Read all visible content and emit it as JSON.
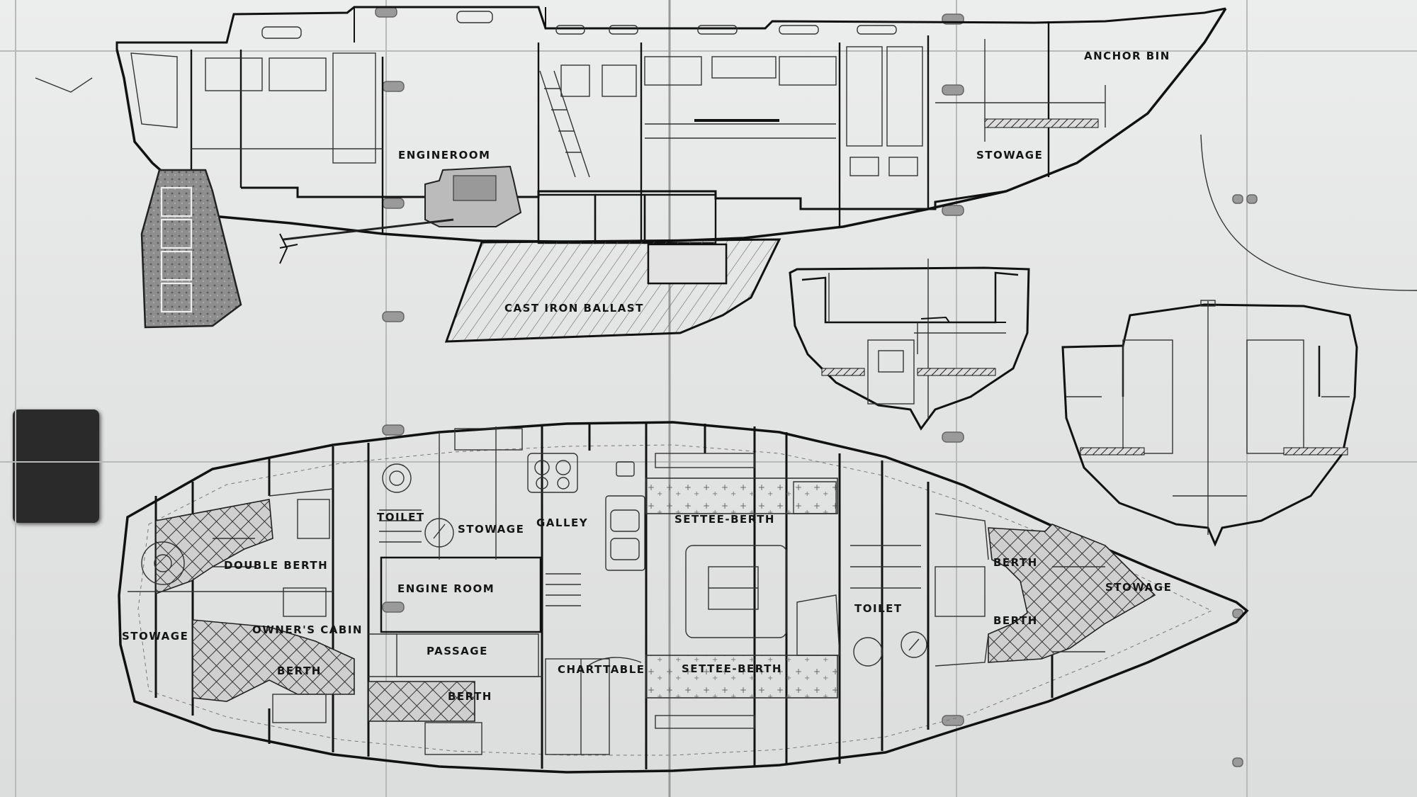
{
  "profile": {
    "labels": {
      "engineroom": "ENGINEROOM",
      "anchor_bin": "ANCHOR BIN",
      "stowage": "STOWAGE",
      "ballast": "CAST IRON BALLAST"
    }
  },
  "plan": {
    "labels": {
      "toilet_aft": "TOILET",
      "stowage_mid": "STOWAGE",
      "galley": "GALLEY",
      "settee_berth_port": "SETTEE-BERTH",
      "double_berth": "DOUBLE BERTH",
      "engine_room": "ENGINE ROOM",
      "stowage_aft": "STOWAGE",
      "owners_cabin": "OWNER'S CABIN",
      "passage": "PASSAGE",
      "berth_owner": "BERTH",
      "berth_quarter": "BERTH",
      "charttable": "CHARTTABLE",
      "settee_berth_stbd": "SETTEE-BERTH",
      "toilet_fwd": "TOILET",
      "berth_fwd_upper": "BERTH",
      "berth_fwd_lower": "BERTH",
      "stowage_fwd": "STOWAGE"
    }
  }
}
